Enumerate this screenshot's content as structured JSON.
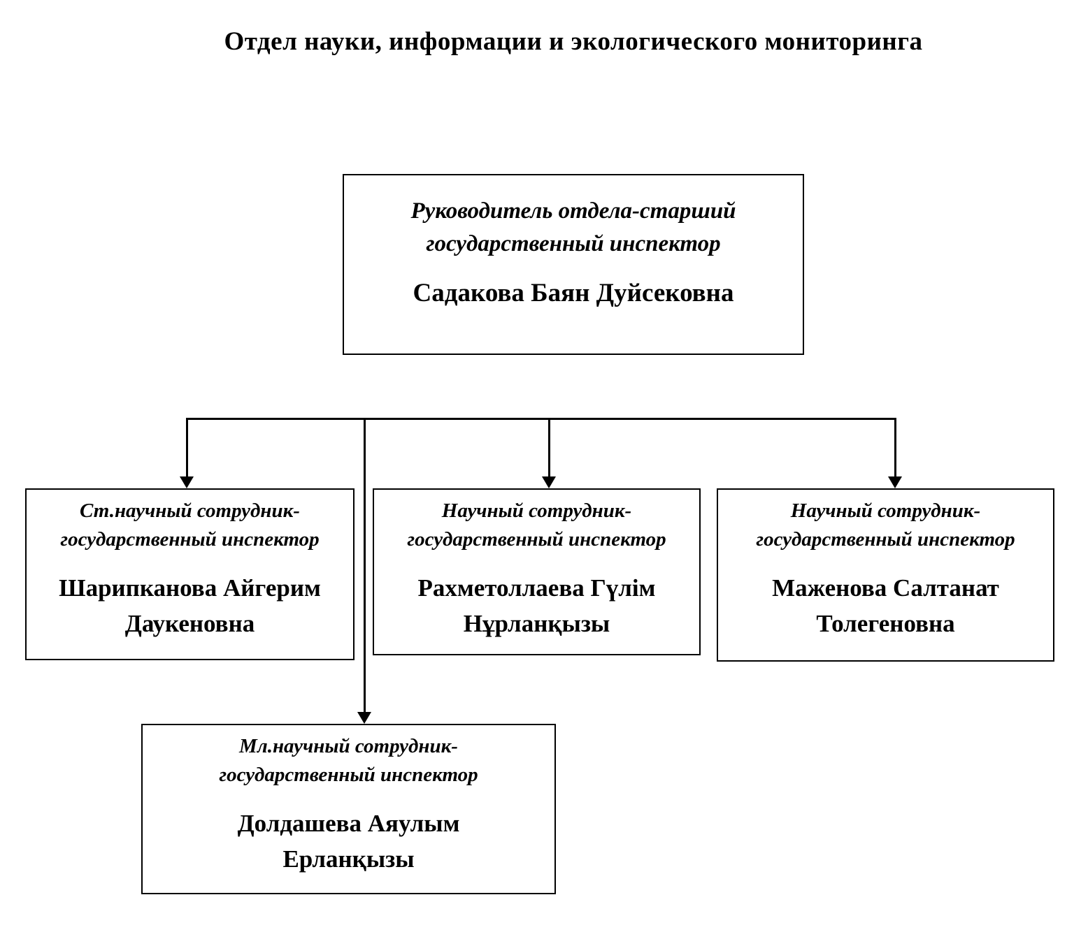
{
  "title": "Отдел науки, информации и экологического мониторинга",
  "org": {
    "head": {
      "role_line1": "Руководитель отдела-старший",
      "role_line2": "государственный инспектор",
      "name": "Садакова Баян Дуйсековна"
    },
    "staff": [
      {
        "role_line1": "Ст.научный сотрудник-",
        "role_line2": "государственный инспектор",
        "name_line1": "Шарипканова Айгерим",
        "name_line2": "Даукеновна"
      },
      {
        "role_line1": "Научный сотрудник-",
        "role_line2": "государственный инспектор",
        "name_line1": "Рахметоллаева Гүлім",
        "name_line2": "Нұрланқызы"
      },
      {
        "role_line1": "Научный сотрудник-",
        "role_line2": "государственный инспектор",
        "name_line1": "Маженова Салтанат",
        "name_line2": "Толегеновна"
      },
      {
        "role_line1": "Мл.научный сотрудник-",
        "role_line2": "государственный инспектор",
        "name_line1": "Долдашева Аяулым",
        "name_line2": "Ерланқызы"
      }
    ]
  },
  "colors": {
    "background": "#ffffff",
    "text": "#000000",
    "line": "#000000"
  }
}
